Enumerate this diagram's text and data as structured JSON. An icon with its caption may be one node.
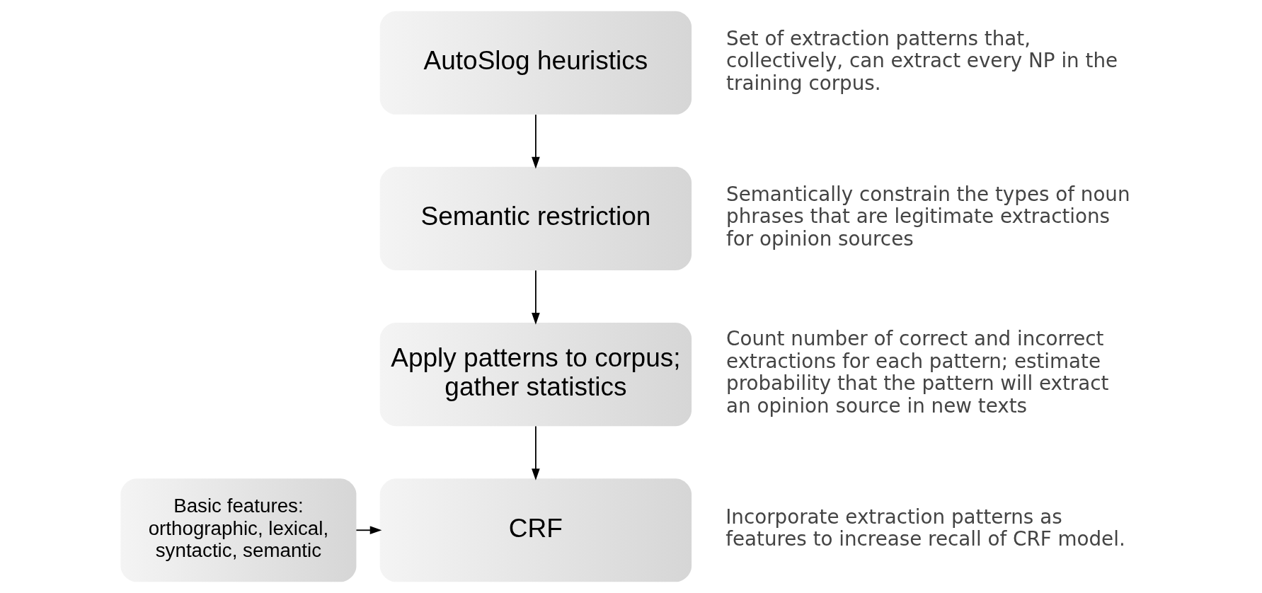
{
  "diagram": {
    "nodes": [
      {
        "text": [
          "AutoSlog heuristics"
        ],
        "beside": [
          "Set of extraction patterns that, collectively, can extract every NP in the training corpus."
        ]
      },
      {
        "text": [
          "Semantic restriction"
        ],
        "beside": [
          "Semantically constrain the types of noun phrases that are legitimate extractions for opinion sources"
        ]
      },
      {
        "text": [
          "Apply patterns to corpus; gather statistics"
        ],
        "beside": [
          "Count number of correct and incorrect extractions for each pattern; estimate probability that the pattern will extract an opinion source in new texts"
        ]
      },
      {
        "text": [
          "Basic features: orthographic, lexical, syntactic, semantic"
        ]
      },
      {
        "text": [
          "CRF"
        ],
        "beside": [
          "Incorporate extraction patterns as features to increase recall of CRF model."
        ]
      }
    ],
    "edges": [
      {
        "from": 0,
        "to": 1,
        "arrow": "to"
      },
      {
        "from": 1,
        "to": 2,
        "arrow": "to"
      },
      {
        "from": 2,
        "to": 4,
        "arrow": "to"
      },
      {
        "from": 3,
        "to": 4,
        "arrow": "to"
      }
    ]
  }
}
